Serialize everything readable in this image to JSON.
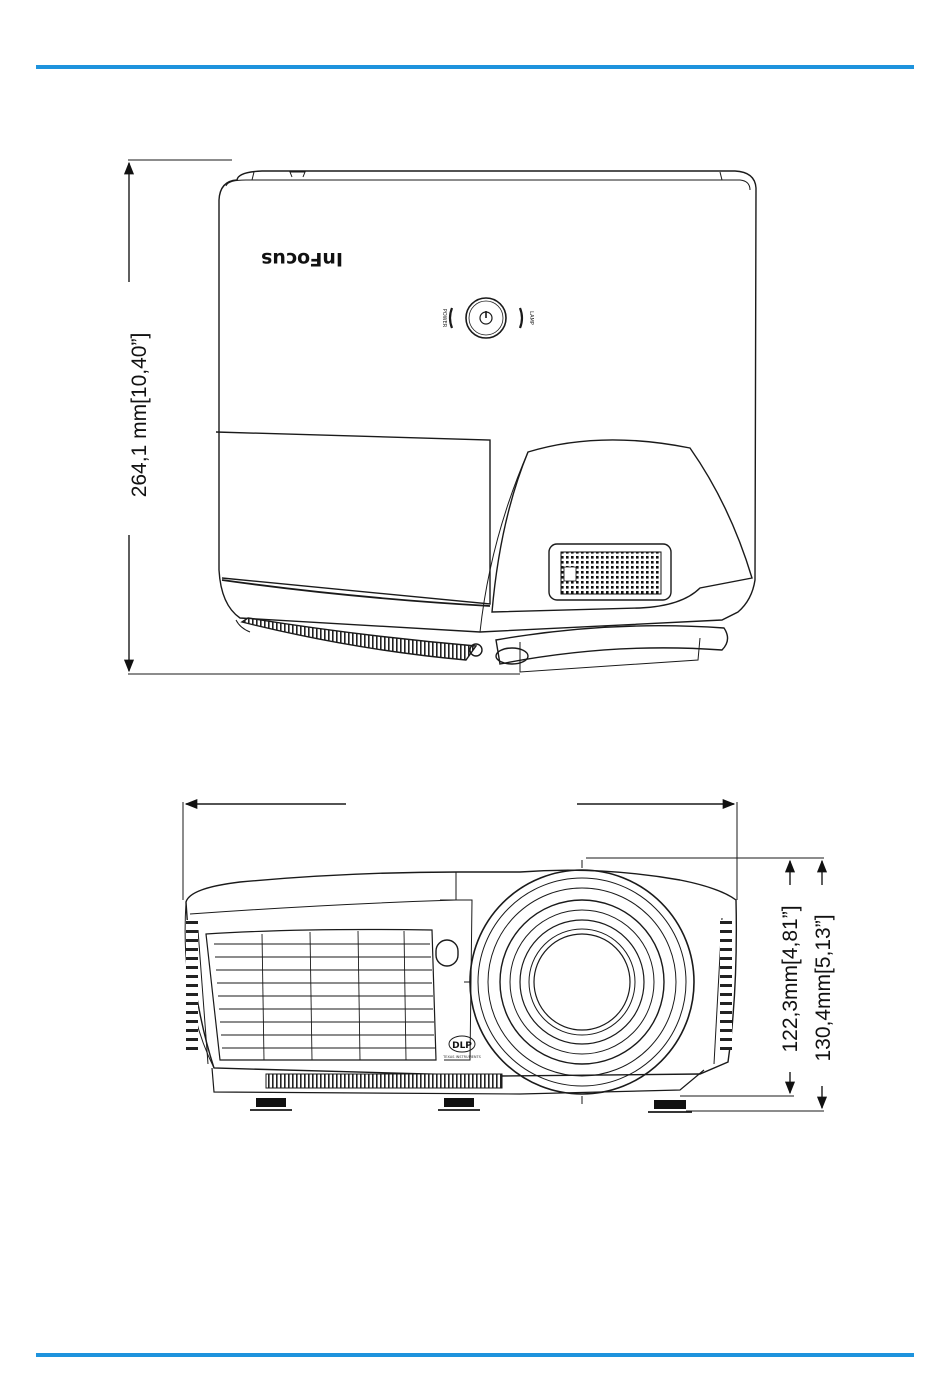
{
  "colors": {
    "rule": "#1e93dd",
    "line": "#1a1a1a"
  },
  "top_view": {
    "depth_dimension": "264,1 mm[10,40”]",
    "brand_logo": "InFocus",
    "power_icon": "power-icon",
    "indicator_left": "POWER",
    "indicator_right": "LAMP"
  },
  "front_view": {
    "height_dimension_body": "122,3mm[4,81”]",
    "height_dimension_total": "130,4mm[5,13”]",
    "badge_logo": "DLP",
    "badge_sub": "TEXAS INSTRUMENTS"
  }
}
